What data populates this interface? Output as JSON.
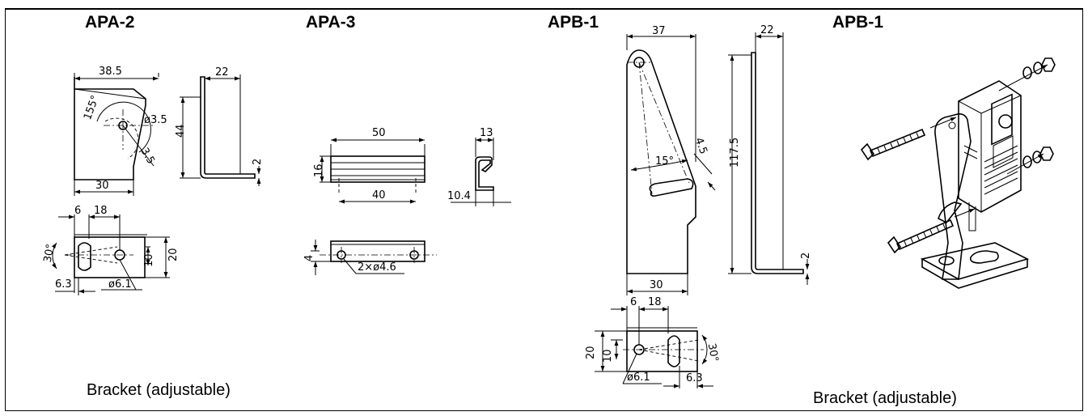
{
  "titles": {
    "apa2": "APA-2",
    "apa3": "APA-3",
    "apb1_drawing": "APB-1",
    "apb1_view": "APB-1"
  },
  "captions": {
    "left": "Bracket (adjustable)",
    "right": "Bracket (adjustable)"
  },
  "dimensions": {
    "apa2": {
      "width": "38.5",
      "angle": "155°",
      "hole": "ø3.5",
      "radius": "3.5",
      "base": "30",
      "side_width": "22",
      "height": "44",
      "thickness": "2",
      "top_a": "6",
      "top_b": "18",
      "slot_angle": "30°",
      "depth_outer": "20",
      "depth_inner": "10",
      "edge": "6.3",
      "bore": "ø6.1"
    },
    "apa3": {
      "length": "50",
      "height": "16",
      "hole_spacing": "40",
      "depth": "13",
      "flange": "10.4",
      "hole_offset": "4",
      "holes": "2×ø4.6"
    },
    "apb1": {
      "top_width": "37",
      "side_width": "22",
      "height": "117.5",
      "slot_width": "4.5",
      "angle": "15°",
      "base": "30",
      "thickness": "2",
      "top_a": "6",
      "top_b": "18",
      "depth_outer": "20",
      "depth_inner": "10",
      "slot_angle": "30°",
      "bore": "ø6.1",
      "edge": "6.3"
    }
  }
}
